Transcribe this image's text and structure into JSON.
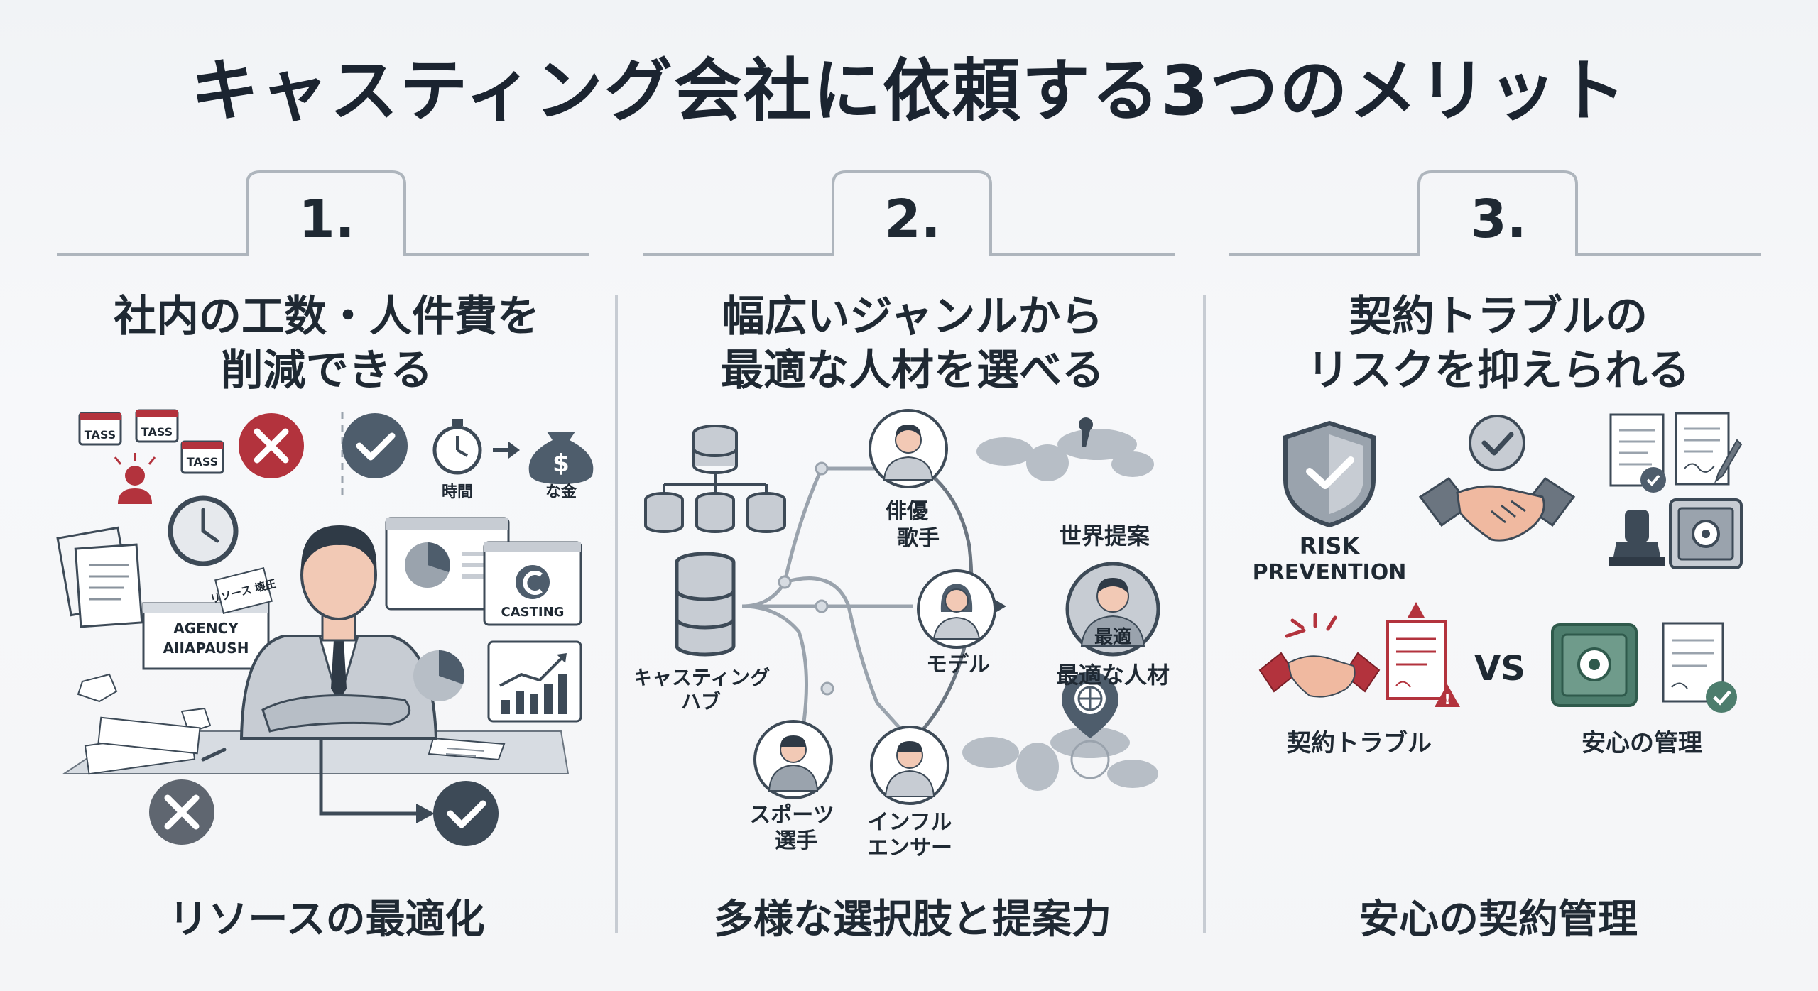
{
  "title": "キャスティング会社に依頼する3つのメリット",
  "panels": [
    {
      "number": "1.",
      "heading_line1": "社内の工数・人件費を",
      "heading_line2": "削減できる",
      "caption": "リソースの最適化",
      "labels": {
        "task1": "TASS",
        "task2": "TASS",
        "task3": "TASS",
        "agency_line1": "AGENCY",
        "agency_line2": "AIIAPAUSH",
        "resource_note": "リソース 壊圧",
        "time": "時間",
        "money": "な金",
        "casting": "CASTING"
      }
    },
    {
      "number": "2.",
      "heading_line1": "幅広いジャンルから",
      "heading_line2": "最適な人材を選べる",
      "caption": "多様な選択肢と提案力",
      "labels": {
        "hub_line1": "キャスティング",
        "hub_line2": "ハブ",
        "actor_line1": "俳優",
        "actor_line2": "歌手",
        "model": "モデル",
        "sports_line1": "スポーツ",
        "sports_line2": "選手",
        "influencer_line1": "インフル",
        "influencer_line2": "エンサー",
        "world": "世界提案",
        "best_badge": "最適",
        "best_talent": "最適な人材"
      }
    },
    {
      "number": "3.",
      "heading_line1": "契約トラブルの",
      "heading_line2": "リスクを抑えられる",
      "caption": "安心の契約管理",
      "labels": {
        "risk_line1": "RISK",
        "risk_line2": "PREVENTION",
        "vs": "VS",
        "trouble": "契約トラブル",
        "safe": "安心の管理"
      }
    }
  ],
  "colors": {
    "red": "#b3333d",
    "slate": "#4e5d6c",
    "green": "#4d7d6d",
    "light": "#d7dce2"
  }
}
